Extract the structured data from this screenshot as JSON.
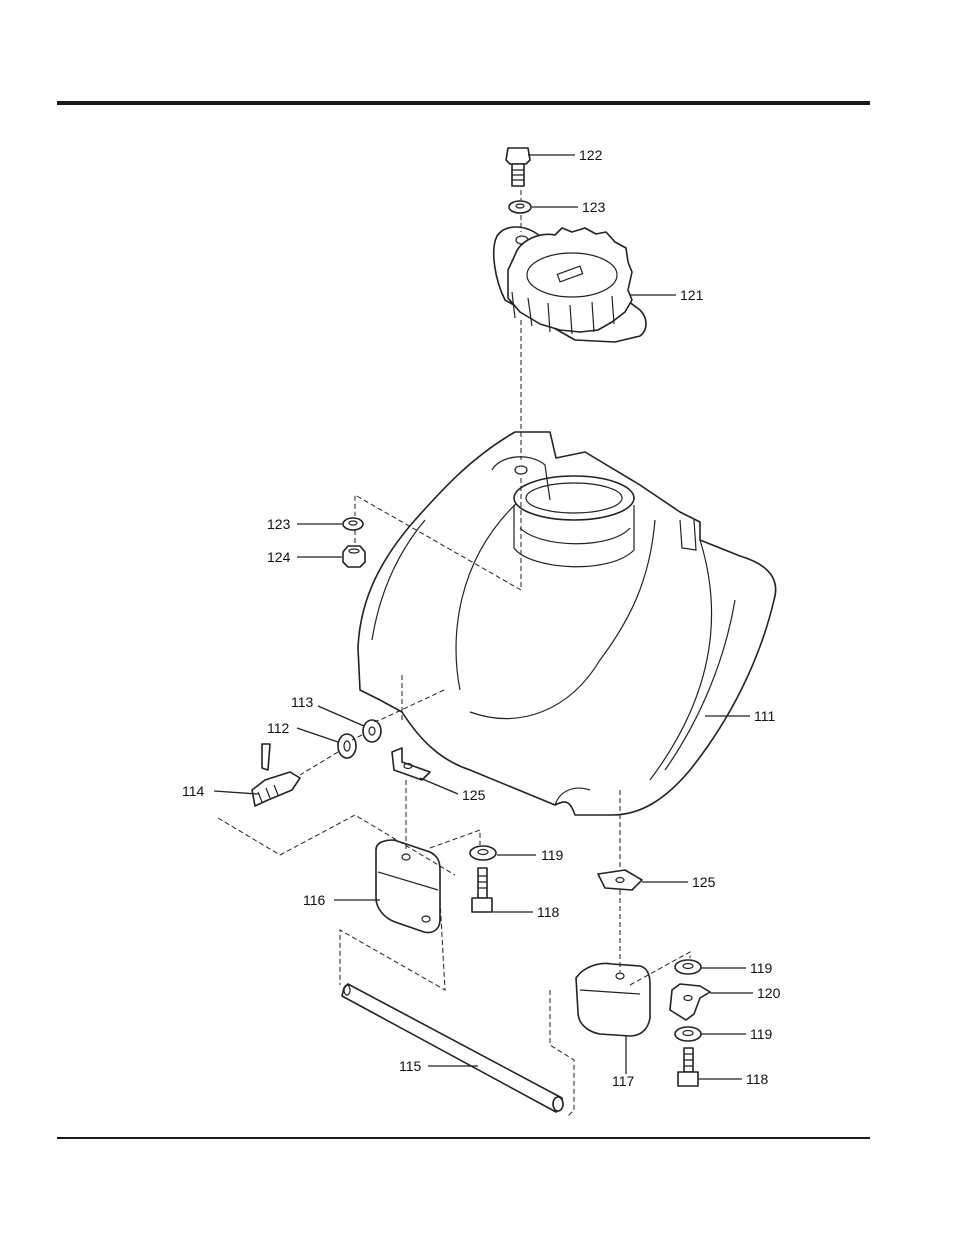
{
  "diagram": {
    "parts": {
      "p111": "111",
      "p112": "112",
      "p113": "113",
      "p114": "114",
      "p115": "115",
      "p116": "116",
      "p117": "117",
      "p118a": "118",
      "p118b": "118",
      "p119a": "119",
      "p119b": "119",
      "p119c": "119",
      "p120": "120",
      "p121": "121",
      "p122": "122",
      "p123a": "123",
      "p123b": "123",
      "p124": "124",
      "p125a": "125",
      "p125b": "125"
    }
  }
}
